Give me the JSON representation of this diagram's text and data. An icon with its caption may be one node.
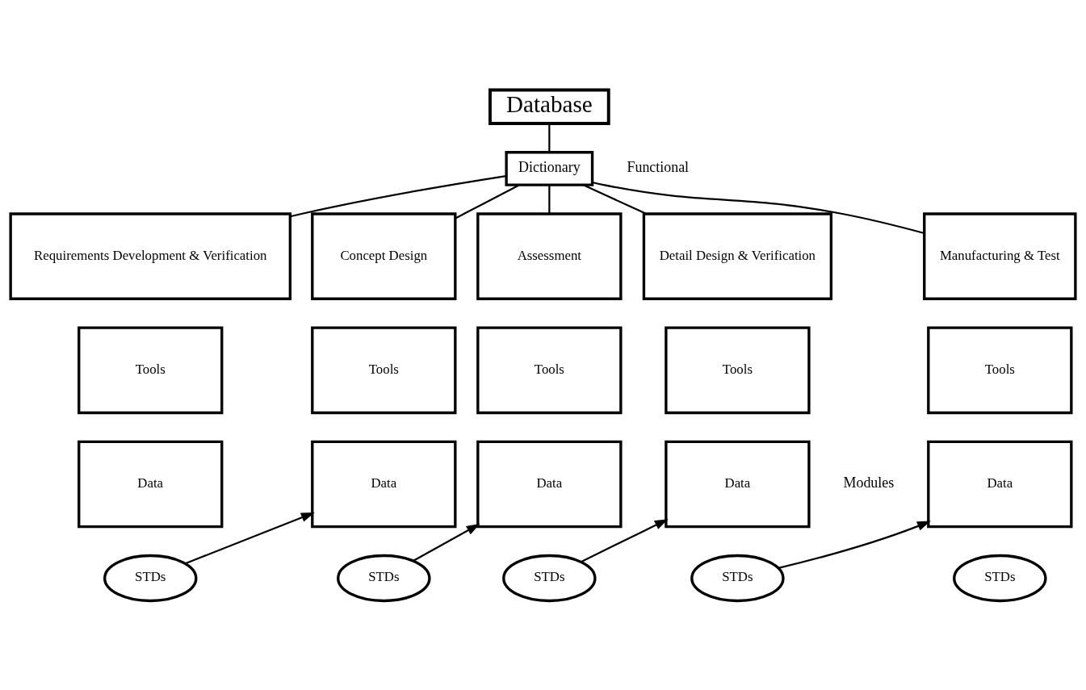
{
  "diagram": {
    "nodes": [
      {
        "text": [
          "Database"
        ]
      },
      {
        "text": [
          "Dictionary"
        ]
      },
      {
        "text": [
          "Requirements Development & Verification"
        ]
      },
      {
        "text": [
          "Concept Design"
        ]
      },
      {
        "text": [
          "Assessment"
        ]
      },
      {
        "text": [
          "Detail Design & Verification"
        ]
      },
      {
        "text": [
          "Manufacturing & Test"
        ]
      },
      {
        "text": [
          "Tools"
        ]
      },
      {
        "text": [
          "Tools"
        ]
      },
      {
        "text": [
          "Tools"
        ]
      },
      {
        "text": [
          "Tools"
        ]
      },
      {
        "text": [
          "Tools"
        ]
      },
      {
        "text": [
          "Data"
        ]
      },
      {
        "text": [
          "Data"
        ]
      },
      {
        "text": [
          "Data"
        ]
      },
      {
        "text": [
          "Data"
        ]
      },
      {
        "text": [
          "Data"
        ]
      },
      {
        "text": [
          "STDs"
        ]
      },
      {
        "text": [
          "STDs"
        ]
      },
      {
        "text": [
          "STDs"
        ]
      },
      {
        "text": [
          "STDs"
        ]
      },
      {
        "text": [
          "STDs"
        ]
      }
    ],
    "edges": [
      {
        "from": 0,
        "to": 1,
        "arrow": "none"
      },
      {
        "from": 1,
        "to": 2,
        "arrow": "none"
      },
      {
        "from": 1,
        "to": 3,
        "arrow": "none"
      },
      {
        "from": 1,
        "to": 4,
        "arrow": "none"
      },
      {
        "from": 1,
        "to": 5,
        "arrow": "none"
      },
      {
        "from": 1,
        "to": 6,
        "arrow": "none"
      },
      {
        "from": 17,
        "to": 13,
        "arrow": "to"
      },
      {
        "from": 18,
        "to": 14,
        "arrow": "to"
      },
      {
        "from": 19,
        "to": 15,
        "arrow": "to"
      },
      {
        "from": 20,
        "to": 16,
        "arrow": "to"
      }
    ],
    "labels": [
      "Functional",
      "Modules"
    ]
  }
}
